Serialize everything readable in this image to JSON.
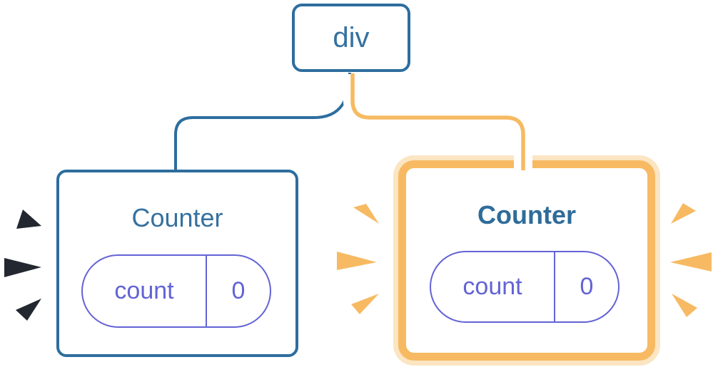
{
  "diagram": {
    "title": "component tree: div with two Counter children, right one re-rendering",
    "root": {
      "label": "div"
    },
    "children": [
      {
        "label": "Counter",
        "highlighted": false,
        "state": {
          "name": "count",
          "value": "0"
        }
      },
      {
        "label": "Counter",
        "highlighted": true,
        "state": {
          "name": "count",
          "value": "0"
        }
      }
    ]
  },
  "colors": {
    "node_border_blue": "#2d6e9e",
    "node_text_blue": "#35719f",
    "state_purple": "#6363d6",
    "highlight_orange": "#f7ba62",
    "highlight_pale_orange": "#fbe5c2",
    "sparkle_dark": "#23272f",
    "card_background": "#ffffff"
  },
  "icons": {
    "left_burst": "sparkle-burst-dark",
    "middle_burst": "sparkle-burst-orange",
    "right_burst": "sparkle-burst-orange"
  }
}
